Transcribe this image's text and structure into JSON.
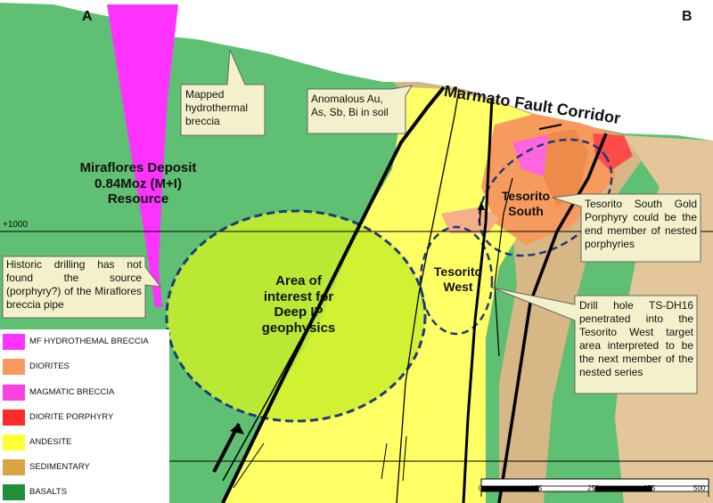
{
  "section_labels": {
    "left": "A",
    "right": "B"
  },
  "elevation_label": "+1000",
  "titles": {
    "fault_corridor": "Marmato Fault Corridor",
    "deposit_line1": "Miraflores Deposit",
    "deposit_line2": "0.84Moz (M+I)",
    "deposit_line3": "Resource",
    "aoi_line1": "Area of",
    "aoi_line2": "interest for",
    "aoi_line3": "Deep IP",
    "aoi_line4": "geophysics",
    "tesorito_south_line1": "Tesorito",
    "tesorito_south_line2": "South",
    "tesorito_west_line1": "Tesorito",
    "tesorito_west_line2": "West"
  },
  "callouts": {
    "mapped_breccia": "Mapped hydrothermal breccia",
    "anomalous": "Anomalous Au, As, Sb, Bi in soil",
    "historic": "Historic drilling has not found the source (porphyry?) of the Miraflores breccia pipe",
    "tesorito_south_gold": "Tesorito South Gold Porphyry could be the end member of nested porphyries",
    "drill_hole": "Drill hole TS-DH16 penetrated into the Tesorito West target area interpreted to be the next member of the nested series"
  },
  "legend": [
    {
      "label": "MF HYDROTHEMAL BRECCIA",
      "color": "#ff33ff"
    },
    {
      "label": "DIORITES",
      "color": "#f79a5e"
    },
    {
      "label": "MAGMATIC BRECCIA",
      "color": "#ff40e0"
    },
    {
      "label": "DIORITE PORPHYRY",
      "color": "#ff2a2a"
    },
    {
      "label": "ANDESITE",
      "color": "#ffff33"
    },
    {
      "label": "SEDIMENTARY",
      "color": "#d9a441"
    },
    {
      "label": "BASALTS",
      "color": "#1f8f3a"
    }
  ],
  "scale_bar": {
    "ticks": [
      "0",
      "125",
      "250",
      "375",
      "500"
    ]
  },
  "colors": {
    "basalt_bg": "#5fbf73",
    "andesite": "#ffff66",
    "sedimentary": "#d6b785",
    "breccia": "#ff33ff",
    "diorite": "#f79a5e",
    "porphyry": "#ff4a4a",
    "aoi_fill": "#c9f02a",
    "callout_fill": "#f3f1cc",
    "dashed_outline": "#1f3a7a"
  }
}
